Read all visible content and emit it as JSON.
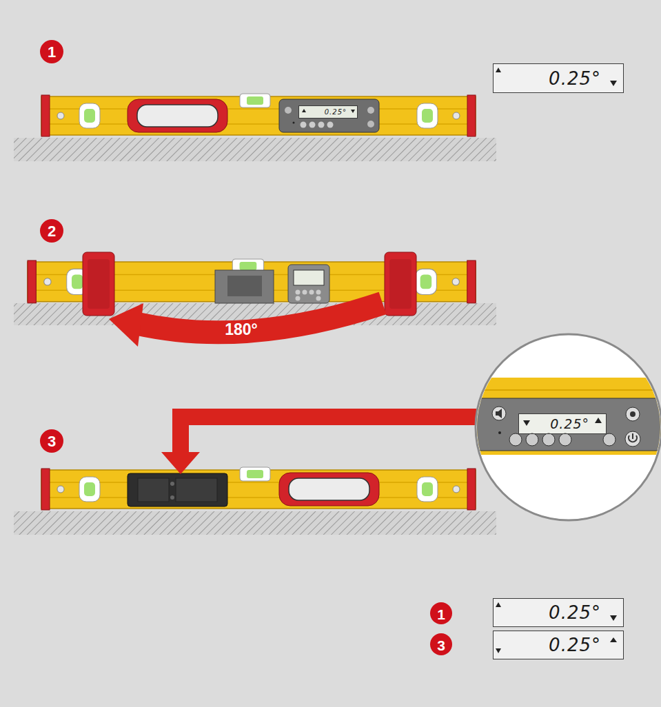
{
  "diagram": {
    "nodes": [
      {
        "text": [
          "0.25°"
        ]
      },
      {
        "text": [
          "0.25°"
        ]
      },
      {
        "text": [
          "0.25°"
        ]
      },
      {
        "text": [
          "0.25°"
        ]
      },
      {
        "text": [
          "0.25°"
        ]
      }
    ],
    "labels": [
      "1",
      "2",
      "180°",
      "3",
      "1",
      "3"
    ]
  }
}
